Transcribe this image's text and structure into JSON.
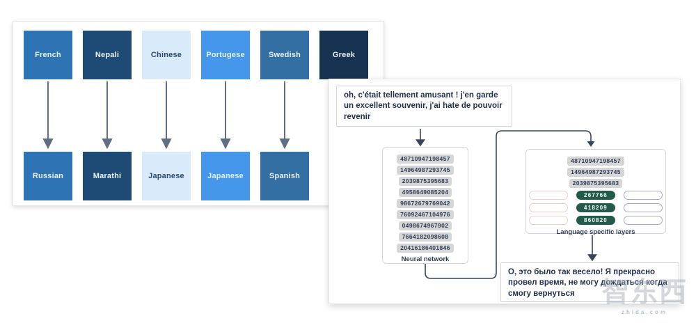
{
  "left_panel": {
    "pairs": [
      {
        "source": "French",
        "target": "Russian",
        "color": "#2e74b5"
      },
      {
        "source": "Nepali",
        "target": "Marathi",
        "color": "#1d4b76"
      },
      {
        "source": "Chinese",
        "target": "Japanese",
        "color": "#d9eafb"
      },
      {
        "source": "Portugese",
        "target": "Japanese",
        "color": "#4497eb"
      },
      {
        "source": "Swedish",
        "target": "Spanish",
        "color": "#336fa3"
      },
      {
        "source": "Greek",
        "color": "#183352"
      }
    ]
  },
  "right_panel": {
    "input_text": "oh, c'était tellement amusant ! j'en garde un excellent souvenir, j'ai hate de pouvoir revenir",
    "neural_network": {
      "label": "Neural network",
      "values": [
        "48710947198457",
        "14964987293745",
        "2039875395683",
        "4958649085204",
        "98672679769042",
        "76092467104976",
        "0498674967902",
        "7664182098608",
        "20416186401846"
      ]
    },
    "language_layers": {
      "label": "Language specific layers",
      "values": [
        "48710947198457",
        "14964987293745",
        "2039875395683"
      ],
      "active_values": [
        "267766",
        "418209",
        "860820"
      ],
      "active_color": "#215b4c",
      "inactive_left_border": "#f0cdc9",
      "inactive_right_border": "#a6a6d2"
    },
    "output_text": "О, это было так весело! Я прекрасно провел время, не могу дождаться когда смогу вернуться",
    "connector_color": "#36465f"
  },
  "watermark": {
    "logo": "智东西",
    "site": "zhida.com"
  }
}
